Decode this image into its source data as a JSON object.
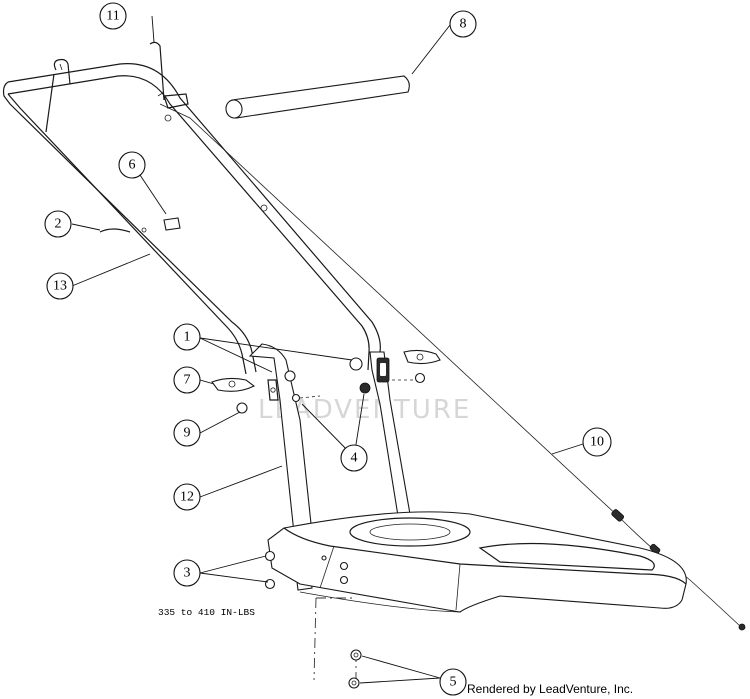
{
  "callouts": [
    {
      "id": "c1",
      "label": "1"
    },
    {
      "id": "c2",
      "label": "2"
    },
    {
      "id": "c3",
      "label": "3"
    },
    {
      "id": "c4",
      "label": "4"
    },
    {
      "id": "c5",
      "label": "5"
    },
    {
      "id": "c6",
      "label": "6"
    },
    {
      "id": "c7",
      "label": "7"
    },
    {
      "id": "c8",
      "label": "8"
    },
    {
      "id": "c9",
      "label": "9"
    },
    {
      "id": "c10",
      "label": "10"
    },
    {
      "id": "c11",
      "label": "11"
    },
    {
      "id": "c12",
      "label": "12"
    },
    {
      "id": "c13",
      "label": "13"
    }
  ],
  "torque_note": "335 to 410 IN-LBS",
  "credit": "Rendered by LeadVenture, Inc.",
  "watermark": "LEADVENTURE"
}
